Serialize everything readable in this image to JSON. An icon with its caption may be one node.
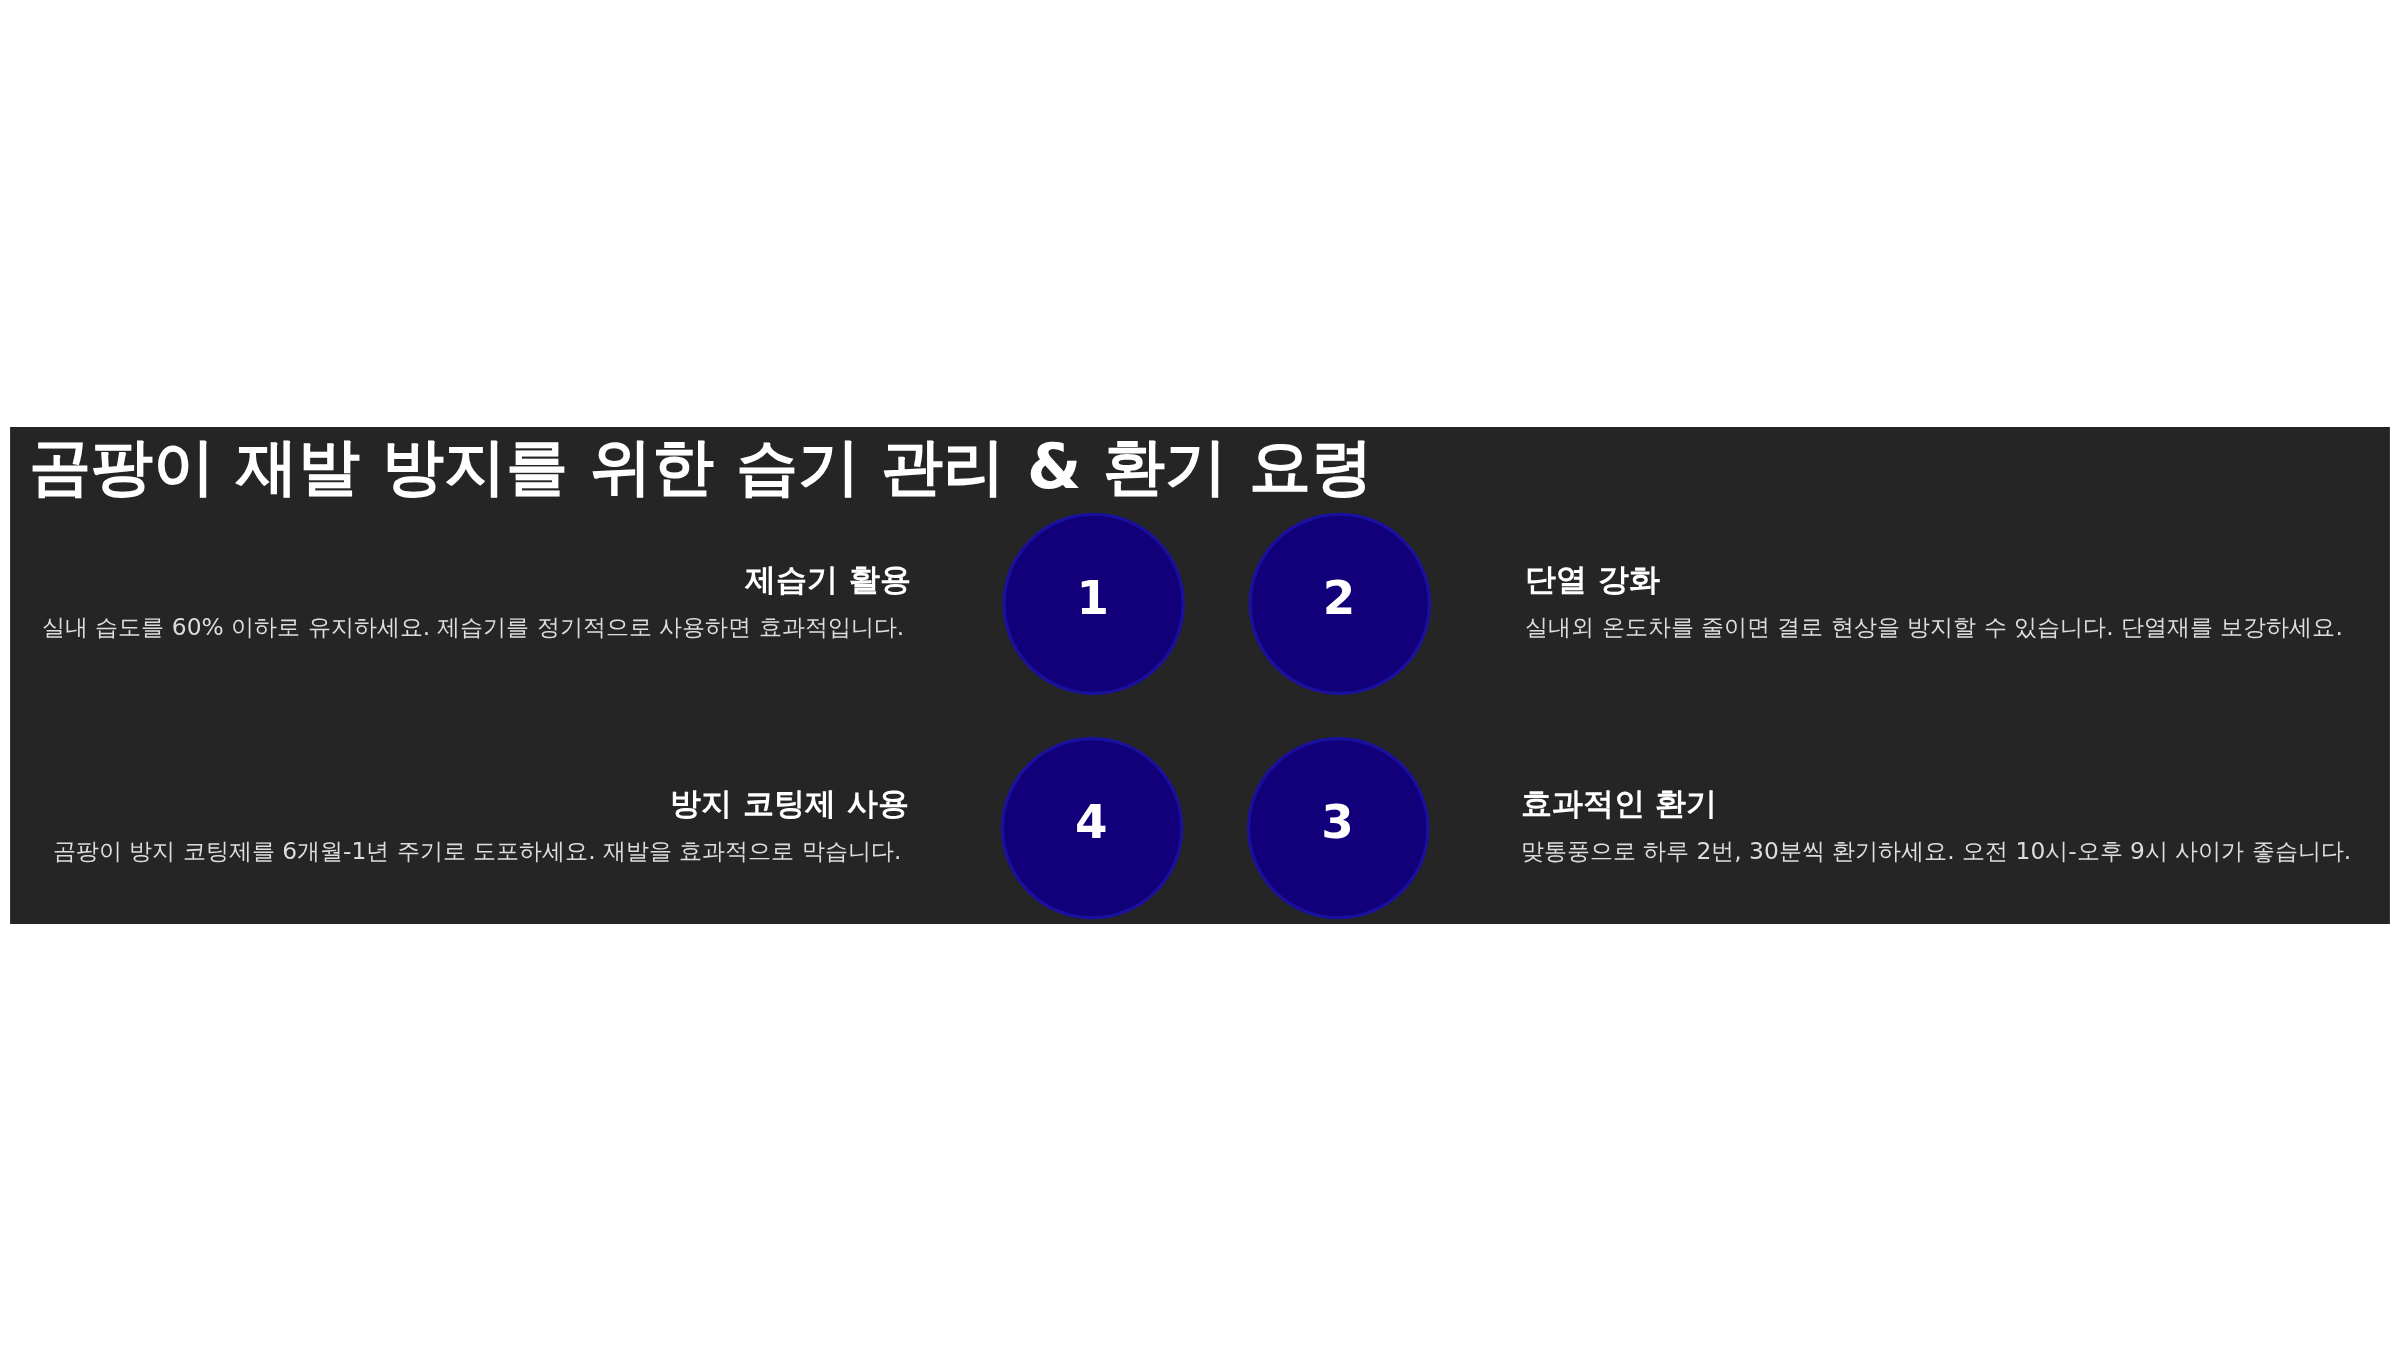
{
  "diagram": {
    "title": "곰팡이 재발 방지를 위한 습기 관리 & 환기 요령",
    "nodes": [
      {
        "text": [
          "1"
        ],
        "beside": [
          "제습기 활용",
          "실내 습도를 60% 이하로 유지하세요. 제습기를 정기적으로 사용하면 효과적입니다."
        ]
      },
      {
        "text": [
          "2"
        ],
        "beside": [
          "단열 강화",
          "실내외 온도차를 줄이면 결로 현상을 방지할 수 있습니다. 단열재를 보강하세요."
        ]
      },
      {
        "text": [
          "3"
        ],
        "beside": [
          "효과적인 환기",
          "맞통풍으로 하루 2번, 30분씩 환기하세요. 오전 10시-오후 9시 사이가 좋습니다."
        ]
      },
      {
        "text": [
          "4"
        ],
        "beside": [
          "방지 코팅제 사용",
          "곰팡이 방지 코팅제를 6개월-1년 주기로 도포하세요. 재발을 효과적으로 막습니다."
        ]
      }
    ]
  }
}
